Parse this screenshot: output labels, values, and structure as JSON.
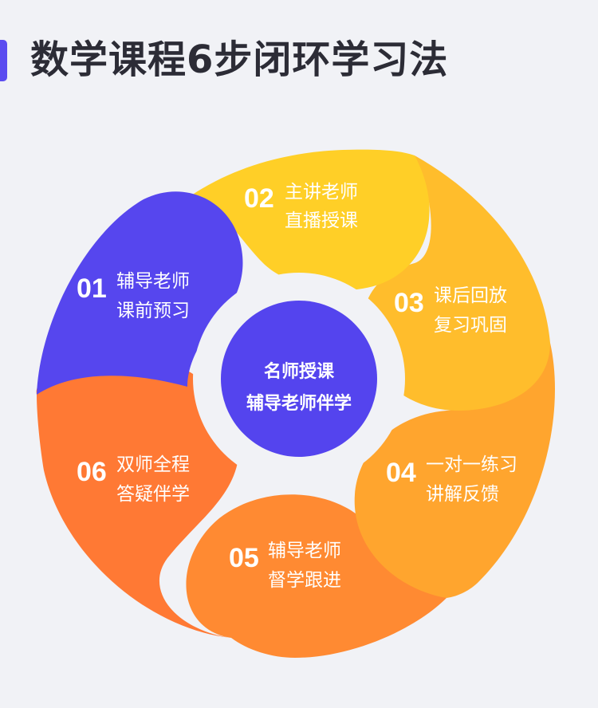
{
  "title": "数学课程6步闭环学习法",
  "colors": {
    "accent": "#5b4cf0",
    "background": "#f1f2f6",
    "title": "#2c2c36",
    "step01": "#5646ee",
    "step02": "#ffcf27",
    "step03": "#ffbd2c",
    "step04": "#ffa52e",
    "step05": "#ff8a32",
    "step06": "#ff7934",
    "center": "#5444ee",
    "ring": "#f1f2f6"
  },
  "center": {
    "line1": "名师授课",
    "line2": "辅导老师伴学"
  },
  "steps": [
    {
      "number": "01",
      "line1": "辅导老师",
      "line2": "课前预习"
    },
    {
      "number": "02",
      "line1": "主讲老师",
      "line2": "直播授课"
    },
    {
      "number": "03",
      "line1": "课后回放",
      "line2": "复习巩固"
    },
    {
      "number": "04",
      "line1": "一对一练习",
      "line2": "讲解反馈"
    },
    {
      "number": "05",
      "line1": "辅导老师",
      "line2": "督学跟进"
    },
    {
      "number": "06",
      "line1": "双师全程",
      "line2": "答疑伴学"
    }
  ]
}
